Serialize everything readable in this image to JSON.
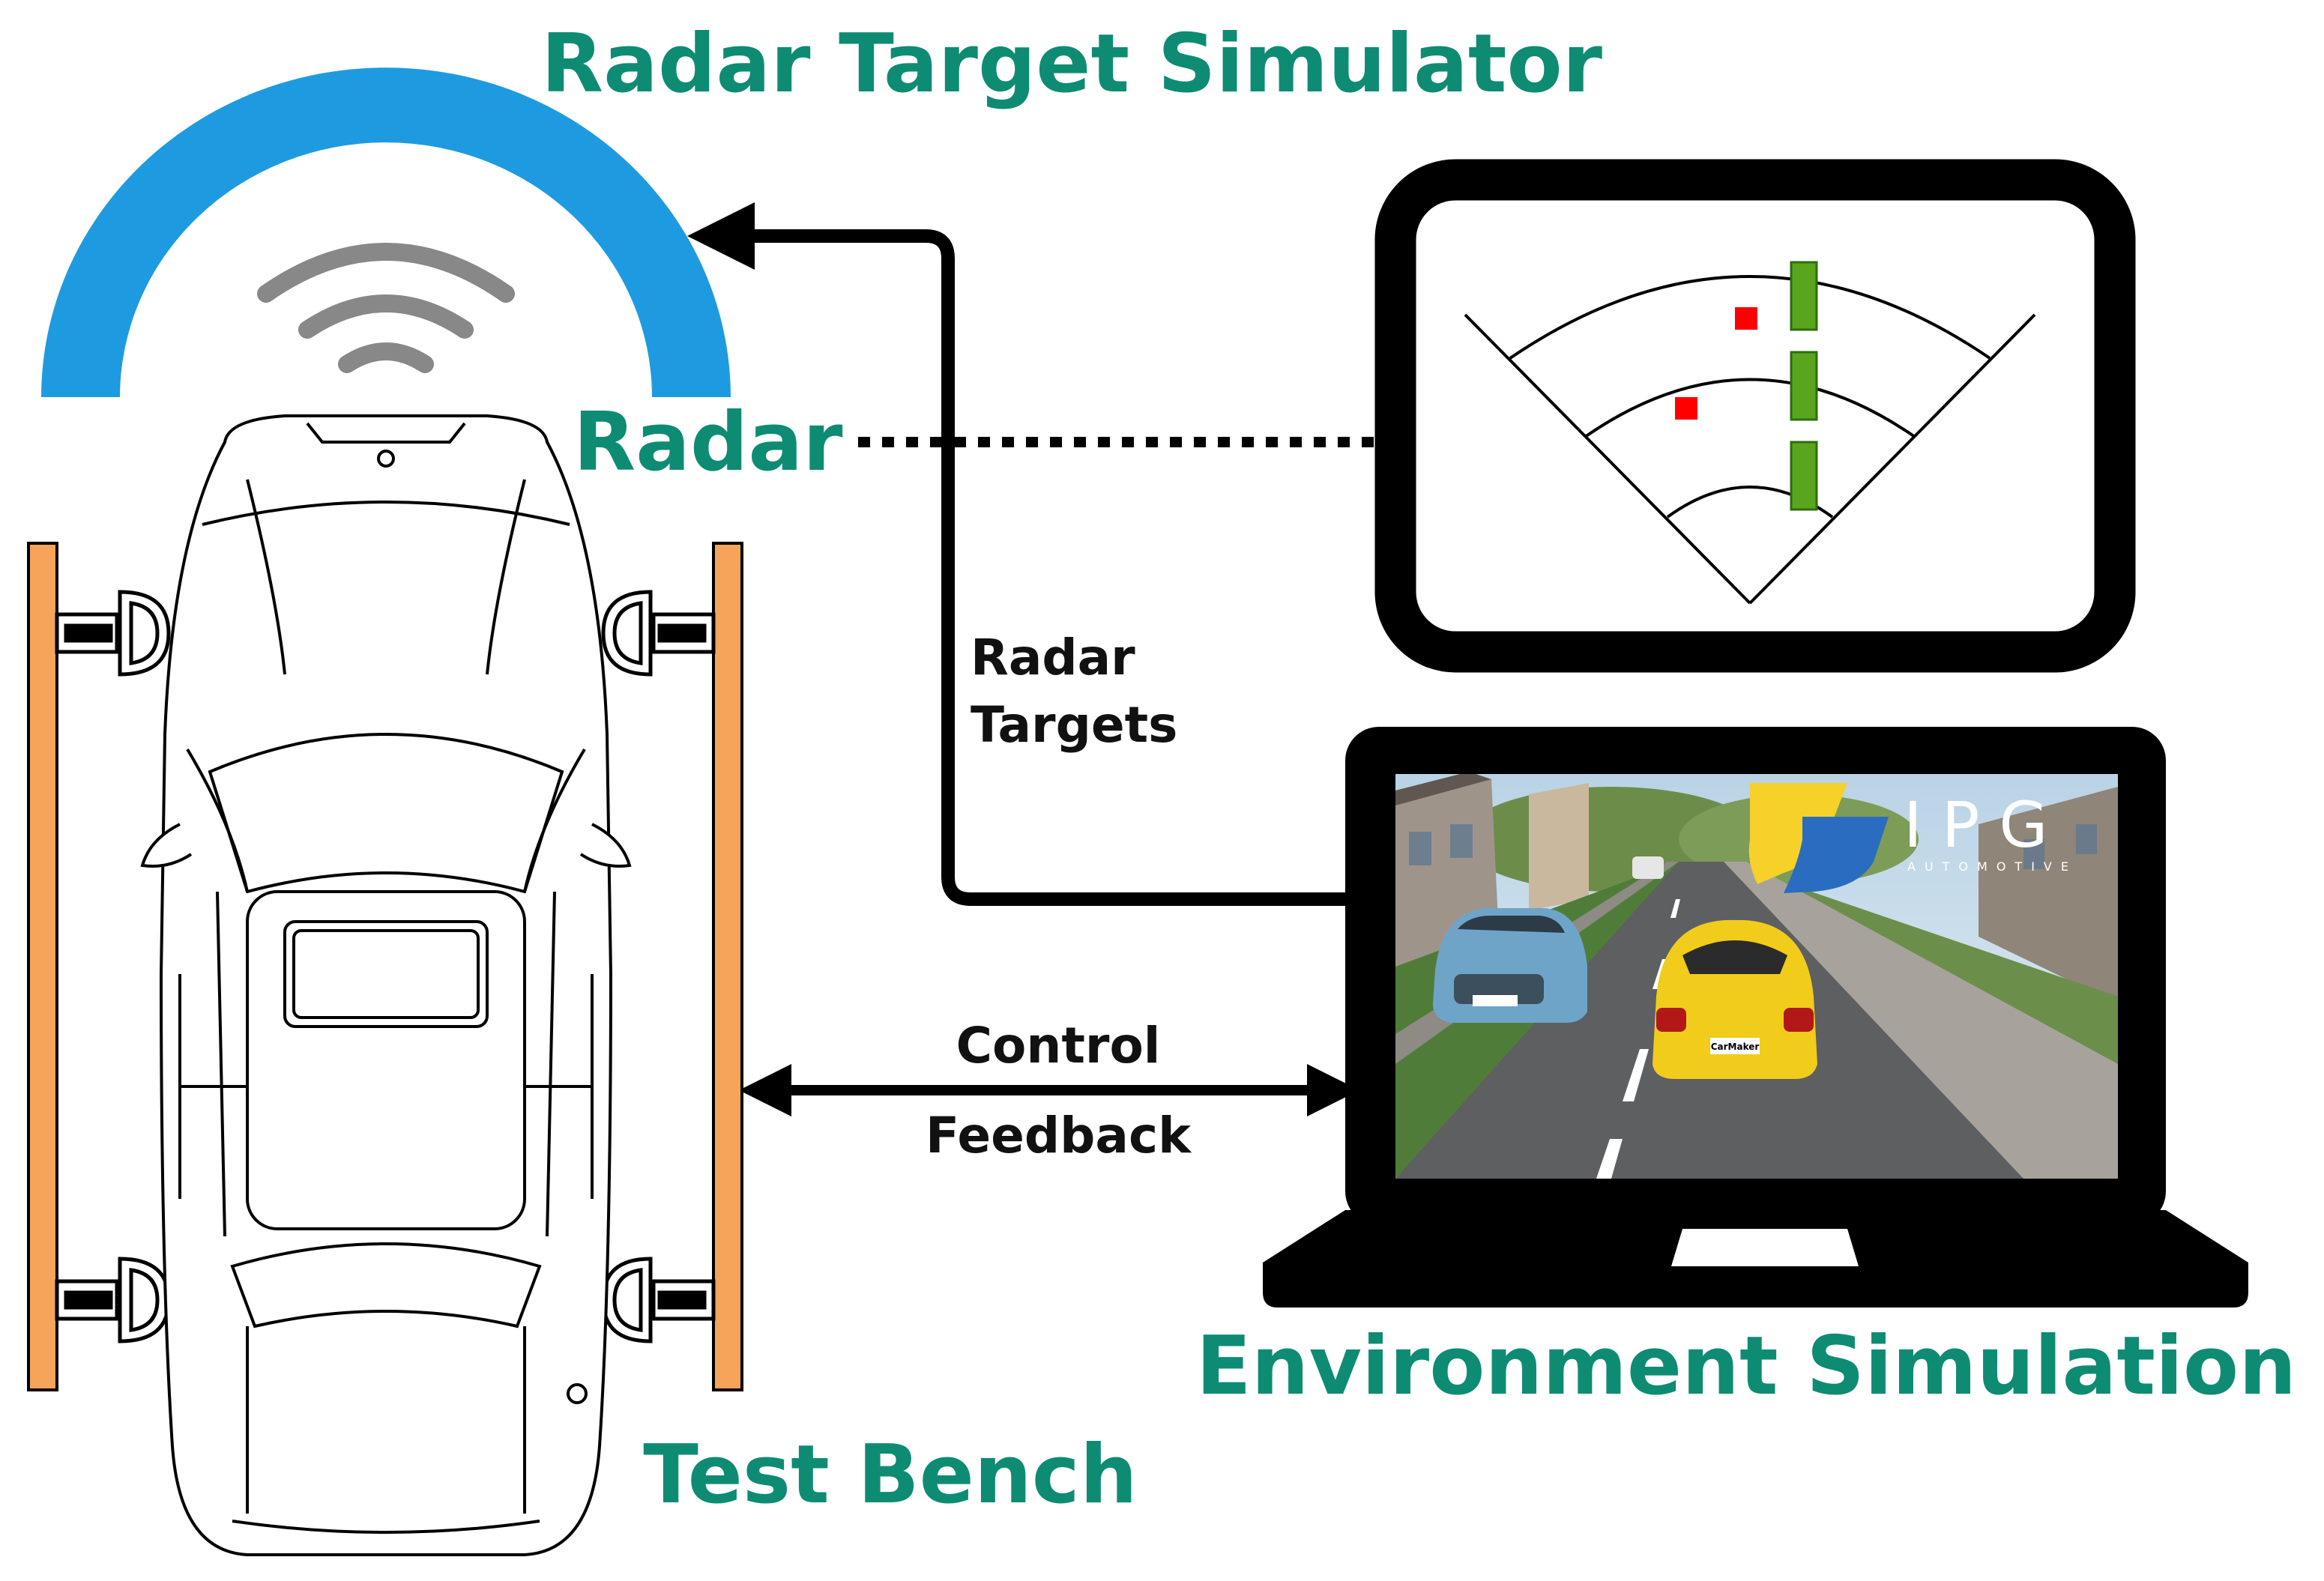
{
  "titles": {
    "radar_target_simulator": "Radar Target Simulator",
    "radar": "Radar",
    "environment_simulation": "Environment Simulation",
    "test_bench": "Test Bench"
  },
  "arrows": {
    "radar_targets_line1": "Radar",
    "radar_targets_line2": "Targets",
    "control": "Control",
    "feedback": "Feedback"
  },
  "logo": {
    "brand": "IPG",
    "sub": "AUTOMOTIVE"
  },
  "plates": {
    "car": "CarMaker"
  },
  "colors": {
    "title_green": "#0e8c73",
    "simulator_blue": "#1e9be0",
    "wheel_pad_orange": "#f5a45a",
    "target_red": "#ff0000",
    "marker_green": "#5aa51e"
  }
}
